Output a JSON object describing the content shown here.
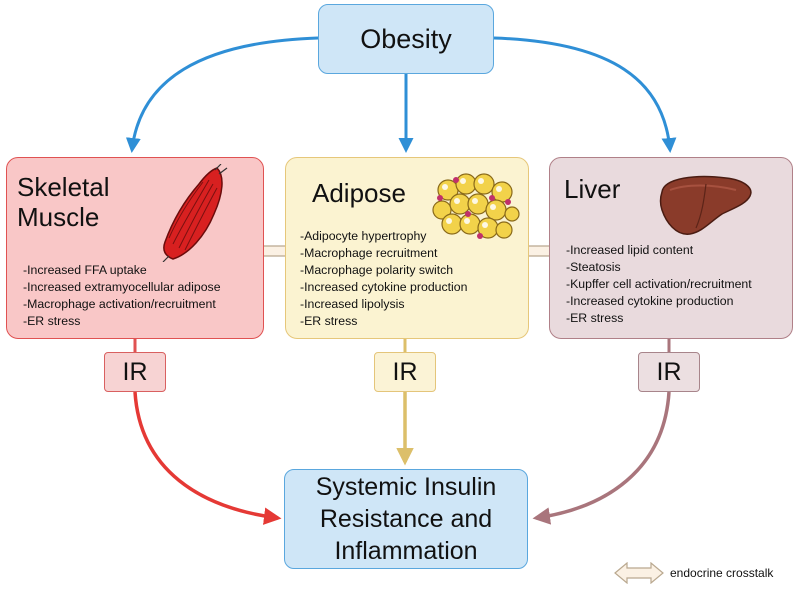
{
  "top_node": {
    "label": "Obesity"
  },
  "tissues": [
    {
      "title_line1": "Skeletal",
      "title_line2": "Muscle",
      "bullets": [
        "-Increased FFA uptake",
        "-Increased extramyocellular adipose",
        "-Macrophage activation/recruitment",
        "-ER stress"
      ],
      "icon": "muscle-icon"
    },
    {
      "title": "Adipose",
      "bullets": [
        "-Adipocyte hypertrophy",
        "-Macrophage recruitment",
        "-Macrophage polarity switch",
        "-Increased cytokine production",
        "-Increased lipolysis",
        "-ER stress"
      ],
      "icon": "adipocyte-cluster-icon"
    },
    {
      "title": "Liver",
      "bullets": [
        "-Increased lipid content",
        "-Steatosis",
        "-Kupffer cell activation/recruitment",
        "-Increased cytokine production",
        "-ER stress"
      ],
      "icon": "liver-icon"
    }
  ],
  "ir_label": "IR",
  "outcome": {
    "lines": [
      "Systemic Insulin",
      "Resistance and",
      "Inflammation"
    ]
  },
  "legend": {
    "label": "endocrine crosstalk",
    "icon": "double-arrow-icon"
  },
  "colors": {
    "blue_arrow": "#2f8fd6",
    "red_arrow": "#e53935",
    "tan_arrow": "#dcbf6a",
    "mauve_arrow": "#a9757c"
  }
}
